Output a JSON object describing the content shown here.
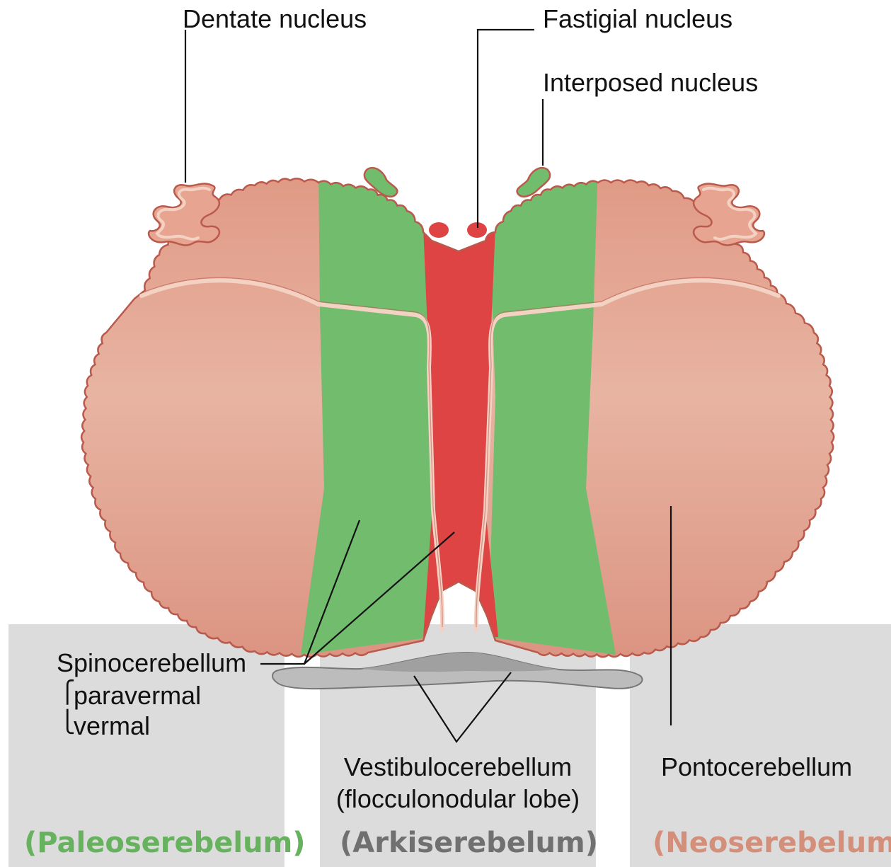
{
  "colors": {
    "pons_fill": "#e4a894",
    "outline": "#b95a4c",
    "spino_green": "#72bc6e",
    "vermis_red": "#df4444",
    "floccular_gray": "#a9a9a9",
    "panel_gray": "#dcdcdc",
    "paleo_text": "#66b25e",
    "arki_text": "#707070",
    "neo_text": "#d38f7a"
  },
  "labels": {
    "dentate_nucleus": "Dentate nucleus",
    "fastigial_nucleus": "Fastigial nucleus",
    "interposed_nucleus": "Interposed nucleus",
    "spinocerebellum": "Spinocerebellum",
    "paravermal": "paravermal",
    "vermal": "vermal",
    "vestibulocerebellum": "Vestibulocerebellum",
    "flocculonodular_lobe": "(flocculonodular lobe)",
    "pontocerebellum": "Pontocerebellum"
  },
  "tags": {
    "paleo": "(Paleoserebelum)",
    "arki": "(Arkiserebelum)",
    "neo": "(Neoserebelum)"
  }
}
